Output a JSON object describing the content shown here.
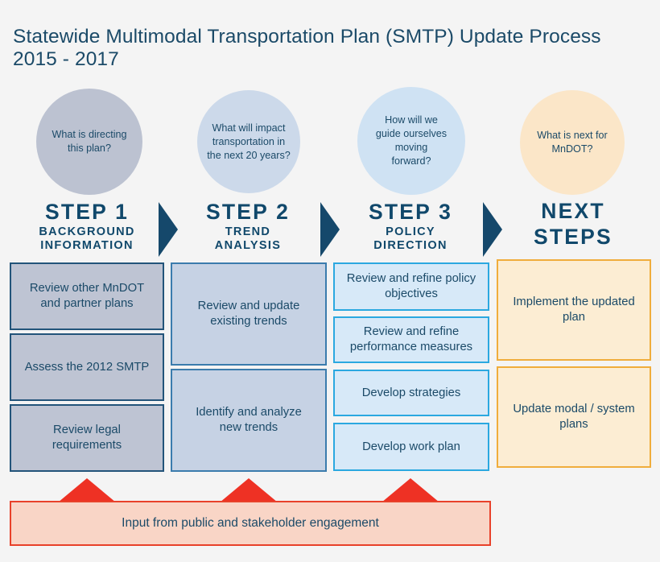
{
  "title": {
    "line1": "Statewide Multimodal Transportation Plan (SMTP) Update Process",
    "line2": "2015 - 2017",
    "text": "Statewide Multimodal Transportation Plan (SMTP) Update Process\n2015 - 2017"
  },
  "colors": {
    "background": "#f4f4f4",
    "title_text": "#1b4a68",
    "heading_text": "#10486b",
    "chevron": "#15486b",
    "circle1_fill": "#bcc2d1",
    "circle2_fill": "#ccd9ea",
    "circle3_fill": "#cfe2f3",
    "circle4_fill": "#fbe6c8",
    "col1_fill": "#bec4d3",
    "col1_border": "#23547a",
    "col2_fill": "#c6d2e4",
    "col2_border": "#3b7cad",
    "col3_fill": "#d7e9f8",
    "col3_border": "#2ba8e0",
    "col4_fill": "#fcedd3",
    "col4_border": "#f0ad3c",
    "banner_fill": "#f9d5c6",
    "banner_border": "#e8412a",
    "up_arrow": "#ee3124"
  },
  "circles": [
    {
      "id": "circle-question-1",
      "text": "What is directing\nthis plan?"
    },
    {
      "id": "circle-question-2",
      "text": "What will impact\ntransportation in\nthe next 20 years?"
    },
    {
      "id": "circle-question-3",
      "text": "How will we\nguide ourselves\nmoving\nforward?"
    },
    {
      "id": "circle-question-4",
      "text": "What is next for\nMnDOT?"
    }
  ],
  "steps": [
    {
      "id": "step-1",
      "heading": "STEP 1",
      "subheading": "BACKGROUND\nINFORMATION"
    },
    {
      "id": "step-2",
      "heading": "STEP 2",
      "subheading": "TREND\nANALYSIS"
    },
    {
      "id": "step-3",
      "heading": "STEP 3",
      "subheading": "POLICY\nDIRECTION"
    },
    {
      "id": "next-steps",
      "heading": "NEXT\nSTEPS",
      "subheading": ""
    }
  ],
  "columns": {
    "col1": {
      "boxes": [
        {
          "text": "Review other MnDOT\nand partner plans"
        },
        {
          "text": "Assess the 2012 SMTP"
        },
        {
          "text": "Review legal\nrequirements"
        }
      ]
    },
    "col2": {
      "boxes": [
        {
          "text": "Review and update\nexisting trends"
        },
        {
          "text": "Identify and analyze\nnew trends"
        }
      ]
    },
    "col3": {
      "boxes": [
        {
          "text": "Review and refine policy\nobjectives"
        },
        {
          "text": "Review and refine\nperformance measures"
        },
        {
          "text": "Develop strategies"
        },
        {
          "text": "Develop work plan"
        }
      ]
    },
    "col4": {
      "boxes": [
        {
          "text": "Implement the updated\nplan"
        },
        {
          "text": "Update modal / system\nplans"
        }
      ]
    }
  },
  "banner": {
    "text": "Input from public and stakeholder engagement"
  }
}
